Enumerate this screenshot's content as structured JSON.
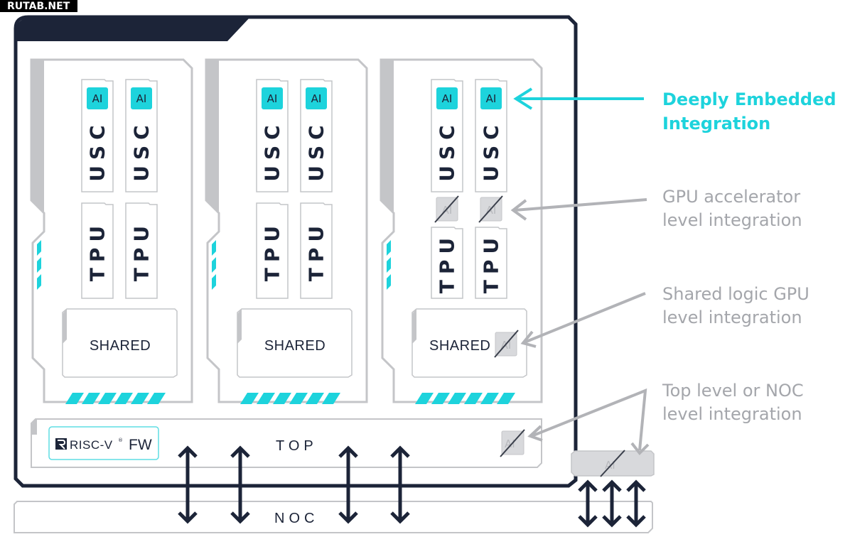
{
  "watermark": "RUTAB.NET",
  "colors": {
    "accent": "#1dd3dc",
    "dark": "#1c2438",
    "gray": "#a4a6ab",
    "light_gray": "#c4c5c8",
    "ai_disabled_fill": "#d8d9dc"
  },
  "clusters": [
    {
      "usc": [
        {
          "label": "USC",
          "ai": "AI"
        },
        {
          "label": "USC",
          "ai": "AI"
        }
      ],
      "tpu": [
        {
          "label": "TPU"
        },
        {
          "label": "TPU"
        }
      ],
      "shared": {
        "label": "SHARED"
      }
    },
    {
      "usc": [
        {
          "label": "USC",
          "ai": "AI"
        },
        {
          "label": "USC",
          "ai": "AI"
        }
      ],
      "tpu": [
        {
          "label": "TPU"
        },
        {
          "label": "TPU"
        }
      ],
      "shared": {
        "label": "SHARED"
      }
    },
    {
      "usc": [
        {
          "label": "USC",
          "ai": "AI"
        },
        {
          "label": "USC",
          "ai": "AI"
        }
      ],
      "accelerator_ai": [
        "AI",
        "AI"
      ],
      "tpu": [
        {
          "label": "TPU"
        },
        {
          "label": "TPU"
        }
      ],
      "shared": {
        "label": "SHARED",
        "ai": "AI"
      }
    }
  ],
  "top": {
    "label": "TOP",
    "riscv": "RISC-V",
    "riscv_mark": "®",
    "fw": "FW",
    "ai": "AI"
  },
  "noc": {
    "label": "NOC",
    "ai": "AI"
  },
  "annotations": [
    {
      "line1": "Deeply Embedded",
      "line2": "Integration",
      "style": "primary"
    },
    {
      "line1": "GPU accelerator",
      "line2": "level integration",
      "style": "secondary"
    },
    {
      "line1": "Shared logic GPU",
      "line2": "level integration",
      "style": "secondary"
    },
    {
      "line1": "Top level or NOC",
      "line2": "level integration",
      "style": "secondary"
    }
  ]
}
